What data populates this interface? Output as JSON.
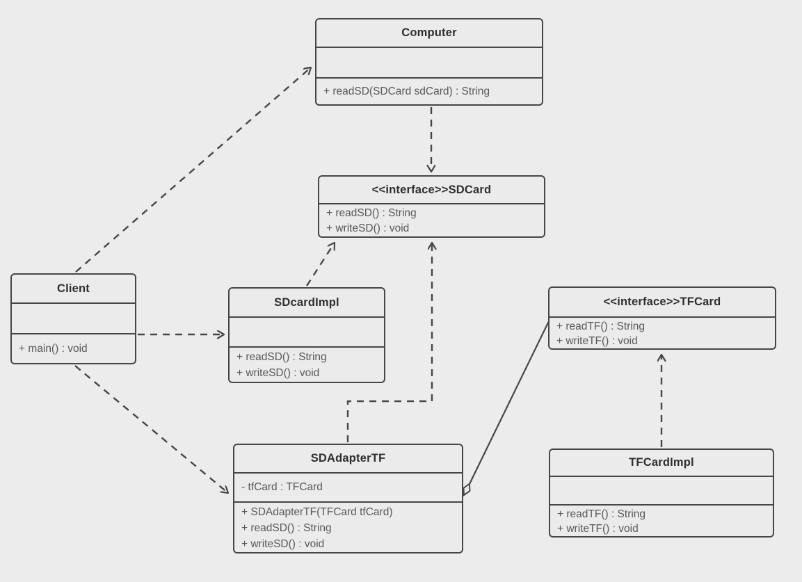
{
  "diagram": {
    "kind": "uml-class-diagram"
  },
  "classes": {
    "computer": {
      "name": "Computer",
      "attributes": [],
      "methods": [
        "+ readSD(SDCard sdCard) : String"
      ]
    },
    "sdcard": {
      "name": "<<interface>>SDCard",
      "attributes": [],
      "methods": [
        "+ readSD() : String",
        "+ writeSD() : void"
      ]
    },
    "client": {
      "name": "Client",
      "attributes": [],
      "methods": [
        "+ main() : void"
      ]
    },
    "sdcardimpl": {
      "name": "SDcardImpl",
      "attributes": [],
      "methods": [
        "+ readSD() : String",
        "+ writeSD() : void"
      ]
    },
    "tfcard": {
      "name": "<<interface>>TFCard",
      "attributes": [],
      "methods": [
        "+ readTF() : String",
        "+ writeTF() : void"
      ]
    },
    "sdadapter": {
      "name": "SDAdapterTF",
      "attributes": [
        "- tfCard : TFCard"
      ],
      "methods": [
        "+ SDAdapterTF(TFCard tfCard)",
        "+ readSD() : String",
        "+ writeSD() : void"
      ]
    },
    "tfcardimpl": {
      "name": "TFCardImpl",
      "attributes": [],
      "methods": [
        "+ readTF() : String",
        "+ writeTF() : void"
      ]
    }
  },
  "relationships": [
    {
      "type": "dependency",
      "from": "Client",
      "to": "Computer",
      "line": "dashed",
      "arrow": "open-v"
    },
    {
      "type": "dependency",
      "from": "Computer",
      "to": "<<interface>>SDCard",
      "line": "dashed",
      "arrow": "open-v"
    },
    {
      "type": "dependency",
      "from": "Client",
      "to": "SDcardImpl",
      "line": "dashed",
      "arrow": "open-v"
    },
    {
      "type": "dependency",
      "from": "Client",
      "to": "SDAdapterTF",
      "line": "dashed",
      "arrow": "open-v"
    },
    {
      "type": "realization",
      "from": "SDcardImpl",
      "to": "<<interface>>SDCard",
      "line": "dashed",
      "arrow": "open-v"
    },
    {
      "type": "realization",
      "from": "SDAdapterTF",
      "to": "<<interface>>SDCard",
      "line": "dashed",
      "arrow": "open-v"
    },
    {
      "type": "realization",
      "from": "TFCardImpl",
      "to": "<<interface>>TFCard",
      "line": "dashed",
      "arrow": "open-v"
    },
    {
      "type": "aggregation",
      "from": "SDAdapterTF",
      "to": "<<interface>>TFCard",
      "line": "solid",
      "diamond": "hollow at SDAdapterTF end"
    }
  ],
  "colors": {
    "background": "#ececec",
    "box_fill": "#ebebeb",
    "box_border": "#464646",
    "title_text": "#2e2e2e",
    "member_text": "#585858"
  }
}
